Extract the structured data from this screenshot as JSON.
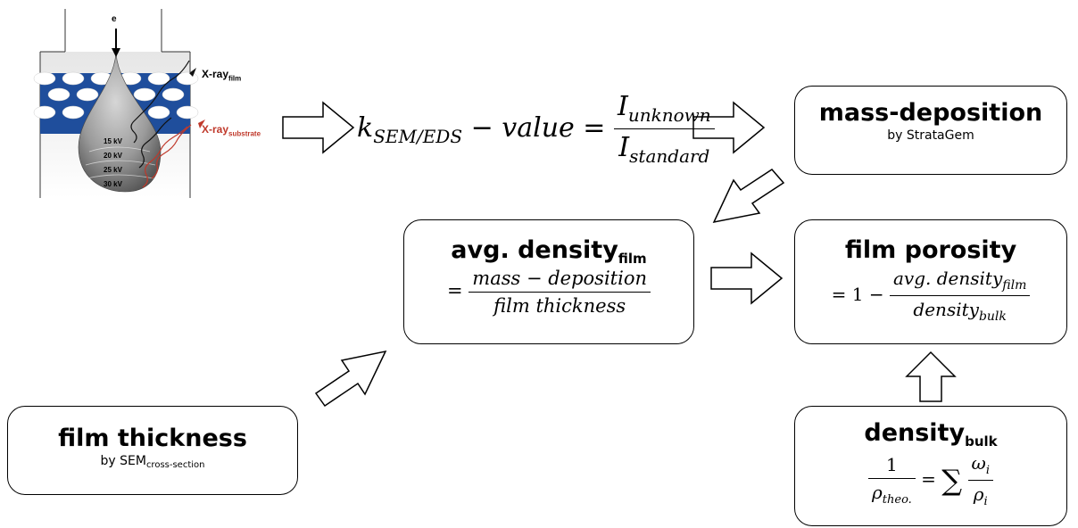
{
  "illustration": {
    "electron": "e",
    "xray_film_main": "X-ray",
    "xray_film_sub": "film",
    "xray_substrate_main": "X-ray",
    "xray_substrate_sub": "substrate",
    "voltages": [
      "15 kV",
      "20 kV",
      "25 kV",
      "30 kV"
    ],
    "colors": {
      "pores": "#1f4e9c",
      "drop": "#9a9a9a",
      "xray_substrate": "#c0392b"
    }
  },
  "k_value": {
    "lhs_k": "k",
    "lhs_sub": "SEM/EDS",
    "lhs_rest": "− value =",
    "num_main": "I",
    "num_sub": "unknown",
    "den_main": "I",
    "den_sub": "standard"
  },
  "boxes": {
    "mass_deposition": {
      "title": "mass-deposition",
      "subtitle": "by StrataGem"
    },
    "avg_density": {
      "title": "avg. density",
      "title_sub": "film",
      "eq_prefix": "=",
      "num": "mass − deposition",
      "den": "film thickness"
    },
    "film_porosity": {
      "title": "film porosity",
      "eq_prefix": "= 1 −",
      "num_main": "avg. density",
      "num_sub": "film",
      "den_main": "density",
      "den_sub": "bulk"
    },
    "film_thickness": {
      "title": "film thickness",
      "subtitle_main": "by SEM",
      "subtitle_sub": "cross-section"
    },
    "density_bulk": {
      "title": "density",
      "title_sub": "bulk",
      "lhs_num": "1",
      "lhs_den_main": "ρ",
      "lhs_den_sub": "theo.",
      "eq": "=",
      "sum": "∑",
      "rhs_num_main": "ω",
      "rhs_num_sub": "i",
      "rhs_den_main": "ρ",
      "rhs_den_sub": "i"
    }
  }
}
